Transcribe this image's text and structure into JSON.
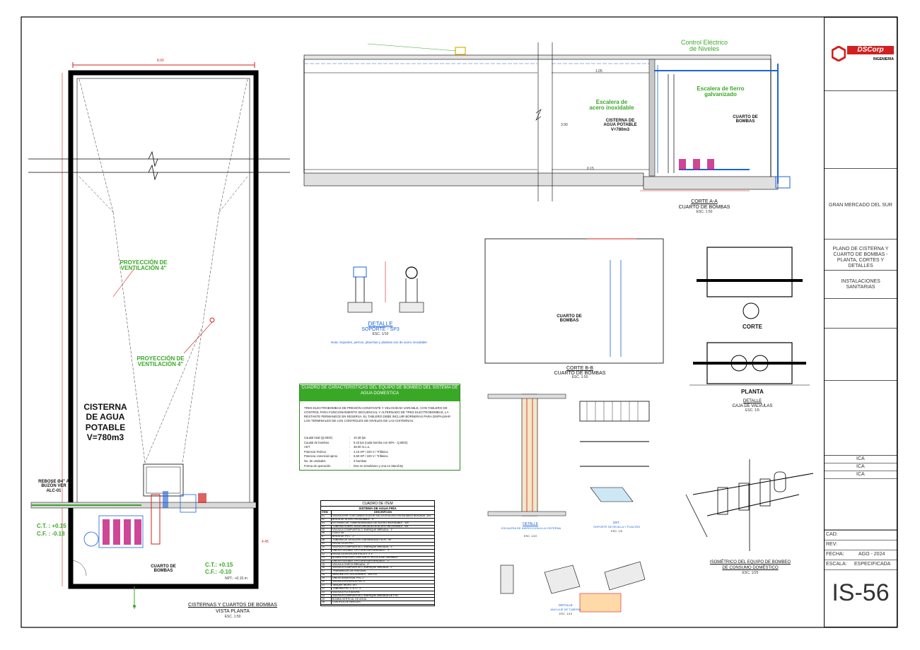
{
  "sheet": {
    "project": "GRAN MERCADO DEL SUR",
    "title": "PLANO DE CISTERNA Y CUARTO DE BOMBAS - PLANTA, CORTES Y DETALLES",
    "specialty": "INSTALACIONES SANITARIAS",
    "sheet_number": "IS-56",
    "logo_text": "DSCorp",
    "logo_sub": "INGENIERIA",
    "cad": "CAD:",
    "rev": "REV:",
    "fecha_label": "FECHA:",
    "fecha": "AGO - 2024",
    "escala_label": "ESCALA:",
    "escala": "ESPECIFICADA",
    "ica1": "ICA",
    "ica2": "ICA",
    "ica3": "ICA"
  },
  "colors": {
    "green": "#3aa827",
    "red": "#d21f1f",
    "blue": "#1d63d6",
    "magenta": "#c2187a",
    "black": "#111111"
  },
  "plan": {
    "title": "CISTERNAS Y CUARTOS DE BOMBAS",
    "subtitle": "VISTA PLANTA",
    "scale": "ESC. 1:50",
    "cistern": "CISTERNA DE AGUA POTABLE V=780m3",
    "vent1": "PROYECCIÓN DE VENTILACIÓN 4\"",
    "vent2": "PROYECCIÓN DE VENTILACIÓN 4\"",
    "rebose": "REBOSE Ø4\" A BUZÓN VER ALC-01",
    "ct1": "C.T. : +0.15",
    "cf1": "C.F. : -0.18",
    "ct2": "C.T.: +0.15",
    "cf2": "C.F.: -0.10",
    "pump_room": "CUARTO DE BOMBAS",
    "npt": "NPT.: +0.10 m",
    "dim_top": "8.00",
    "dim_side": "4.45"
  },
  "section_aa": {
    "title": "CORTE A-A",
    "subtitle": "CUARTO DE BOMBAS",
    "scale": "ESC. 1:50",
    "control": "Control Eléctrico de Niveles",
    "ladder_fe": "Escalera de fierro galvanizado",
    "ladder_inox": "Escalera de acero inoxidable",
    "cistern": "CISTERNA DE AGUA POTABLE V=780m3",
    "pump_room": "CUARTO DE BOMBAS",
    "dim1": "1.05",
    "dim2": "3.90",
    "dim3": "0.15"
  },
  "detail_soporte": {
    "title": "DETALLE",
    "subtitle": "SOPORTE - SP3",
    "scale": "ESC. 1/10",
    "note": "Nota: Soportes, pernos, planchas y platinas son de acero inoxidable"
  },
  "section_bb": {
    "title": "CORTE B-B",
    "subtitle": "CUARTO DE BOMBAS",
    "scale": "ESC. 1:50",
    "pump_room": "CUARTO DE BOMBAS"
  },
  "valve_box": {
    "corte": "CORTE",
    "planta": "PLANTA",
    "title": "DETALLE",
    "subtitle": "CAJA DE VALVULAS",
    "scale": "ESC. 1/5"
  },
  "pump_table": {
    "title": "CUADRO DE CARACTERISTICAS DEL EQUIPO DE BOMBEO DEL SISTEMA DE AGUA DOMESTICA",
    "description": "TRES ELECTROBOMBAS DE PRESIÓN CONSTANTE Y VELOCIDAD VARIABLE, CON TABLERO DE CONTROL PARA FUNCIONAMIENTO SECUENCIAL Y ALTERNADO DE TRES ELECTROBOMBAS, LA RESTANTE PERMANECE EN RESERVA. EL TABLERO DEBE INCLUIR BORNERAS PARA DISPALMAR LOS TERMINALES DE LOS CONTROLES DE NIVELES DE LAS CISTERNAS.",
    "rows": [
      [
        "Caudal total (Q.MDS)",
        ":",
        "10.28 lps"
      ],
      [
        "Caudal de bombeo",
        ":",
        "5.22 lps (cada bomba con 60% - Q.MDS)"
      ],
      [
        "ADT",
        ":",
        "38.00 m.c.a."
      ],
      [
        "Potencia Teórica",
        ":",
        "4.15 HP / 220 V / Trifásica"
      ],
      [
        "Potencia comercial aprox.",
        ":",
        "5.50 HP / 220 V / Trifásica"
      ],
      [
        "No. de unidades",
        ":",
        "3 bombas"
      ],
      [
        "Forma de operación",
        ":",
        "Dos en simultáneo y una en Stand By"
      ]
    ]
  },
  "item_table": {
    "title": "CUADRO DE ITEM",
    "subtitle": "SISTEMA DE AGUA FRÍA",
    "header": [
      "ITEM",
      "DESCRIPCION"
    ],
    "rows": [
      [
        "01",
        "VÁLVULA PIE CON CANASTILLA DE SUCCIÓN ACERO INOXIDABLE BRIDADA - Ø3\""
      ],
      [
        "02",
        "BRIDA DE ACERO INOXIDABLE - 4\""
      ],
      [
        "03",
        "EXTREMO DE TUBERÍA BRIDADO DE ACERO INOXIDABLE - Ø4\""
      ],
      [
        "04",
        "TUBERÍA ROMPE AGUA BRIDADA DE ACERO INOXIDABLE - Ø4\""
      ],
      [
        "05",
        "VÁLVULA COMPUERTA C/ EMPAQUE BRIDADA - 3\""
      ],
      [
        "06",
        "CODO 45°"
      ],
      [
        "07",
        "BRIDA DE PVC - 2\""
      ],
      [
        "08",
        "TUBERÍA DE 3/4 ACERO GALVANIZADO SCH - 40\""
      ],
      [
        "09",
        "REDUCCIÓN PVC"
      ],
      [
        "10",
        "VÁLVULA COMPUERTA C/ EMPAQUE BRIDADA - 3\""
      ],
      [
        "11",
        "UNIÓN FLEXIBLE TIPO DRESSER BRIDADO - 3\""
      ],
      [
        "12",
        "REDUCCIÓN EXCÉNTRICA 4\" X 3\""
      ],
      [
        "13",
        "BOMBA PRESIÓN CONSTANTE VELOCIDAD VARIABLE"
      ],
      [
        "14",
        "UNIÓN FLEXIBLE TIPO DRESSER BRIDADO - 2\""
      ],
      [
        "15",
        "VÁLVULA CHECK BRIDADA - 2\""
      ],
      [
        "16",
        "VÁLVULA COMPUERTA C/ EMPAQUE BRIDADA - 2\""
      ],
      [
        "17",
        "TRANSMISOR DE PRESIÓN"
      ],
      [
        "18",
        "MANÓMETRO GLICERINA 0 - 300 PSI"
      ],
      [
        "19",
        "UNIÓN UNIVERSAL PVC 2\""
      ],
      [
        "20",
        "VÁLVULA ESFÉRICA PVC 2\""
      ],
      [
        "21",
        "TANQUE HIDRO 19 L"
      ],
      [
        "22",
        "TUBERÍA PVC C-10 2\" 3\""
      ],
      [
        "23",
        "VÁLVULA FLOTADORA"
      ],
      [
        "24",
        "VÁLVULA COMPUERTA C/ EMPAQUE BRIDADA DE PVC"
      ],
      [
        "25",
        "BOMBA VERTICAL DE AGUA"
      ],
      [
        "26",
        "CONTROL DE NIVELES"
      ]
    ]
  },
  "det_wall": {
    "title": "DETALLE",
    "subtitle": "ESCALERA DE INSPECCIÓN A LA CISTERNA",
    "scale": "ESC. 1/10"
  },
  "det_rejilla": {
    "title": "DET.",
    "subtitle": "SOPORTE DE REJILLA Y FIJACIÓN",
    "scale": "ESC. 1/5"
  },
  "det_small": {
    "title": "DETALLE",
    "subtitle": "ANCLAJE DE TUBERÍA",
    "scale": "ESC. 1/10"
  },
  "isometric": {
    "title": "ISOMÉTRICO DEL EQUIPO DE BOMBEO",
    "subtitle": "DE CONSUMO DOMÉSTICO",
    "scale": "ESC. 1/25"
  }
}
